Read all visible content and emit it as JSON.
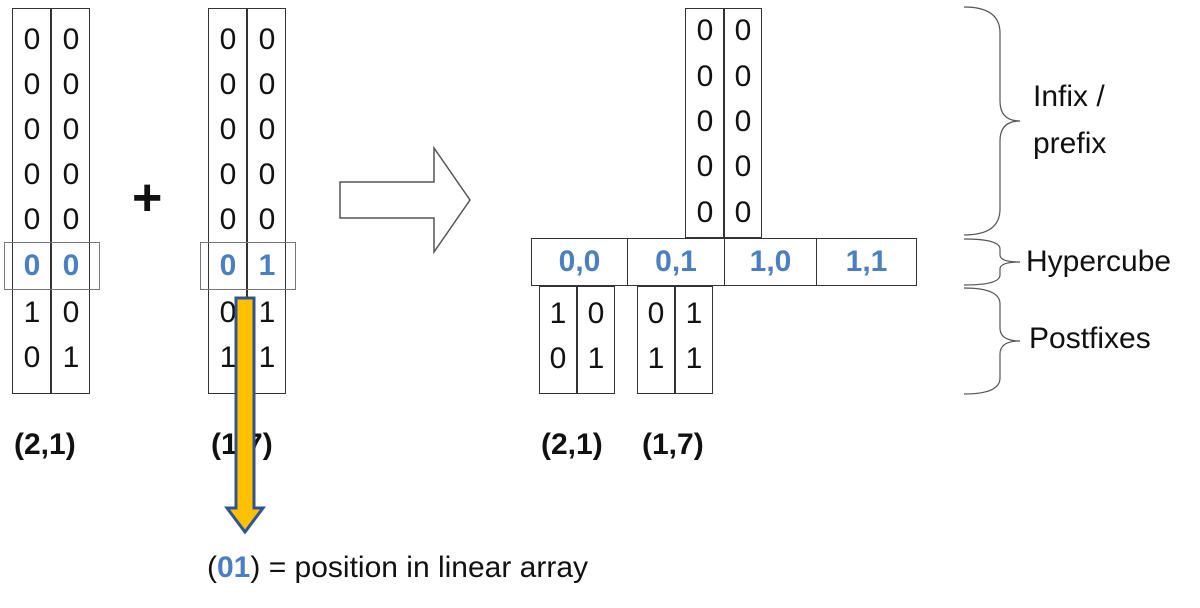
{
  "left_array": {
    "prefix_rows": [
      [
        "0",
        "0"
      ],
      [
        "0",
        "0"
      ],
      [
        "0",
        "0"
      ],
      [
        "0",
        "0"
      ],
      [
        "0",
        "0"
      ]
    ],
    "hyper_row": [
      "0",
      "0"
    ],
    "postfix_rows": [
      [
        "1",
        "0"
      ],
      [
        "0",
        "1"
      ]
    ],
    "label": "(2,1)"
  },
  "plus_sign": "+",
  "right_array": {
    "prefix_rows": [
      [
        "0",
        "0"
      ],
      [
        "0",
        "0"
      ],
      [
        "0",
        "0"
      ],
      [
        "0",
        "0"
      ],
      [
        "0",
        "0"
      ]
    ],
    "hyper_row": [
      "0",
      "1"
    ],
    "postfix_rows": [
      [
        "0",
        "1"
      ],
      [
        "1",
        "1"
      ]
    ],
    "label": "(1,7)"
  },
  "result": {
    "prefix_rows": [
      [
        "0",
        "0"
      ],
      [
        "0",
        "0"
      ],
      [
        "0",
        "0"
      ],
      [
        "0",
        "0"
      ],
      [
        "0",
        "0"
      ]
    ],
    "hypercube_cells": [
      "0,0",
      "0,1",
      "1,0",
      "1,1"
    ],
    "postfix_blocks": [
      {
        "rows": [
          [
            "1",
            "0"
          ],
          [
            "0",
            "1"
          ]
        ],
        "label": "(2,1)"
      },
      {
        "rows": [
          [
            "0",
            "1"
          ],
          [
            "1",
            "1"
          ]
        ],
        "label": "(1,7)"
      }
    ]
  },
  "braces": {
    "infix_line1": "Infix /",
    "infix_line2": "prefix",
    "hypercube": "Hypercube",
    "postfixes": "Postfixes"
  },
  "caption": {
    "open": "(",
    "code": "01",
    "rest": ") = position in linear array"
  },
  "colors": {
    "accent_blue": "#4a7fc1",
    "arrow_fill": "#ffc000",
    "arrow_stroke": "#2f5496",
    "border": "#333333"
  }
}
